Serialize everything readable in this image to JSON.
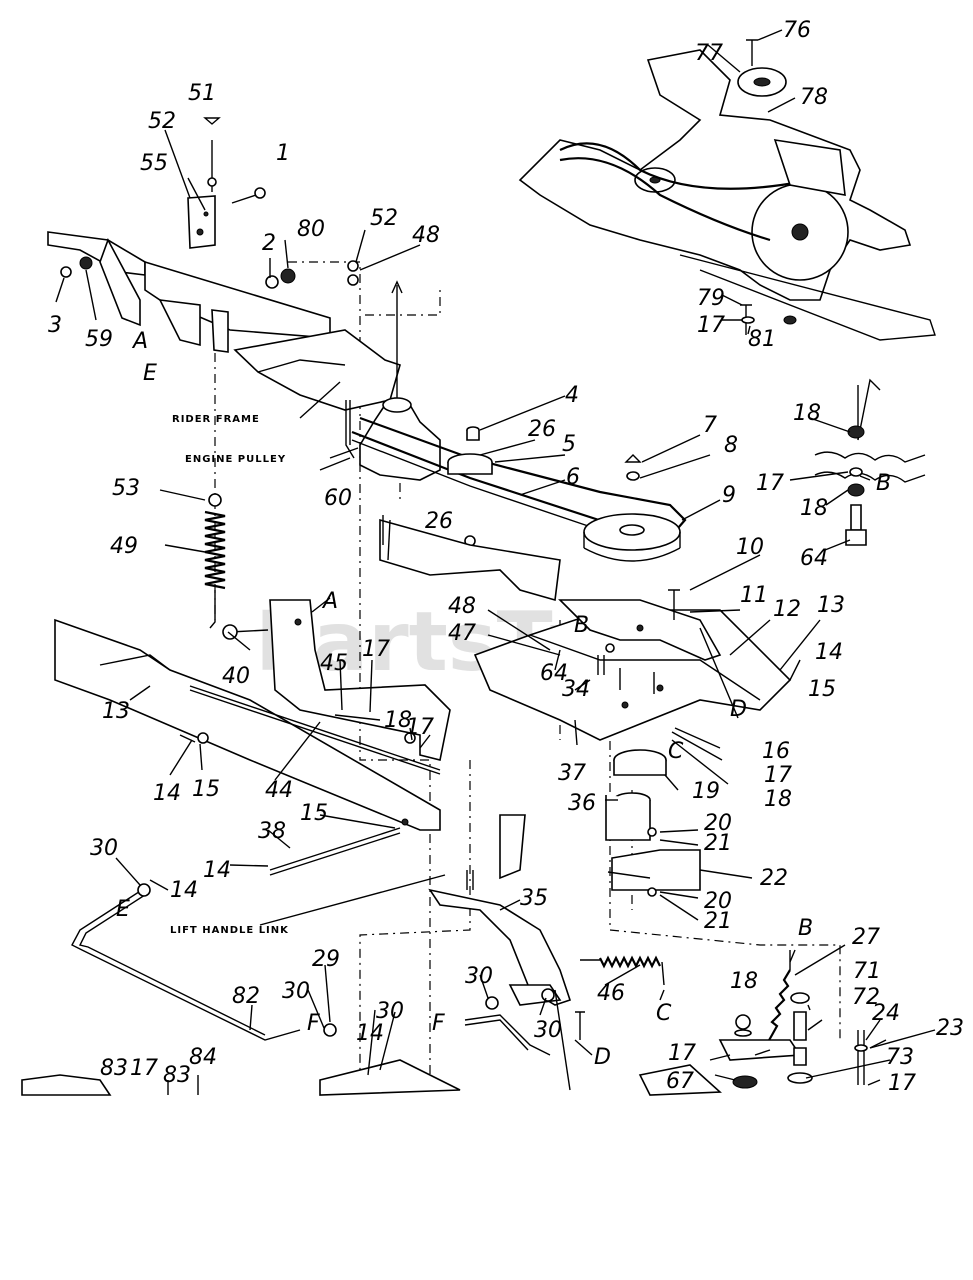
{
  "watermark": "PartsTree",
  "captions": {
    "rider_frame": "RIDER FRAME",
    "engine_pulley": "ENGINE PULLEY",
    "lift_handle_link": "LIFT HANDLE LINK"
  },
  "callouts": [
    "51",
    "52",
    "55",
    "1",
    "2",
    "80",
    "52",
    "48",
    "3",
    "59",
    "77",
    "76",
    "78",
    "79",
    "17",
    "81",
    "4",
    "26",
    "5",
    "7",
    "8",
    "9",
    "6",
    "53",
    "60",
    "49",
    "26",
    "18",
    "17",
    "18",
    "64",
    "10",
    "11",
    "12",
    "13",
    "14",
    "15",
    "48",
    "47",
    "64",
    "34",
    "16",
    "17",
    "18",
    "37",
    "36",
    "19",
    "20",
    "21",
    "22",
    "20",
    "21",
    "40",
    "45",
    "17",
    "13",
    "14",
    "15",
    "44",
    "18",
    "17",
    "15",
    "38",
    "14",
    "30",
    "14",
    "35",
    "29",
    "30",
    "82",
    "30",
    "14",
    "30",
    "30",
    "46",
    "27",
    "18",
    "71",
    "72",
    "24",
    "23",
    "17",
    "67",
    "73",
    "17",
    "83",
    "17",
    "83",
    "84"
  ],
  "ref_letters": [
    "A",
    "E",
    "B",
    "A",
    "B",
    "D",
    "C",
    "C",
    "E",
    "F",
    "F",
    "D",
    "B"
  ]
}
